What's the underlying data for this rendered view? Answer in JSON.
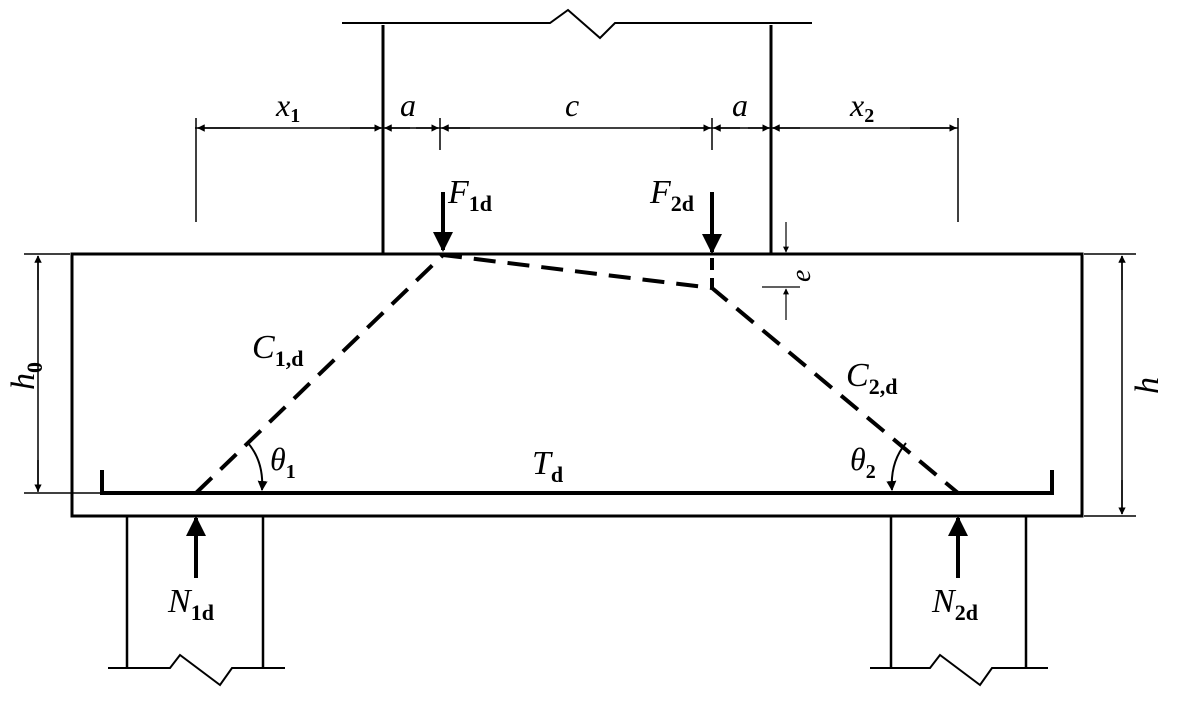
{
  "labels": {
    "x1": {
      "main": "x",
      "sub": "1"
    },
    "a_left": {
      "main": "a"
    },
    "c": {
      "main": "c"
    },
    "a_right": {
      "main": "a"
    },
    "x2": {
      "main": "x",
      "sub": "2"
    },
    "F1d": {
      "main": "F",
      "sub": "1d"
    },
    "F2d": {
      "main": "F",
      "sub": "2d"
    },
    "e": {
      "main": "e"
    },
    "h0": {
      "main": "h",
      "sub": "0"
    },
    "h": {
      "main": "h"
    },
    "C1d": {
      "main": "C",
      "sub": "1,d"
    },
    "C2d": {
      "main": "C",
      "sub": "2,d"
    },
    "theta1": {
      "main": "θ",
      "sub": "1"
    },
    "theta2": {
      "main": "θ",
      "sub": "2"
    },
    "Td": {
      "main": "T",
      "sub": "d"
    },
    "N1d": {
      "main": "N",
      "sub": "1d"
    },
    "N2d": {
      "main": "N",
      "sub": "2d"
    }
  },
  "colors": {
    "stroke": "#000000",
    "background": "#ffffff"
  }
}
